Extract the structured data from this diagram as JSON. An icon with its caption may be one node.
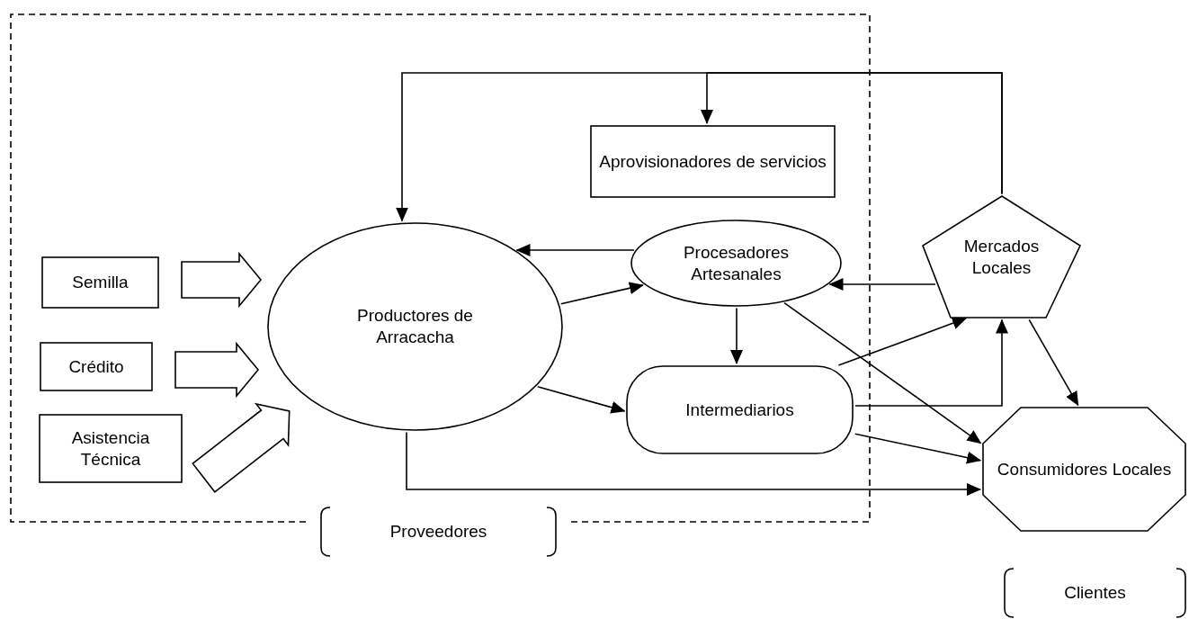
{
  "diagram": {
    "nodes": [
      {
        "text": [
          "Proveedores"
        ]
      },
      {
        "text": [
          "Semilla"
        ],
        "in": 0
      },
      {
        "text": [
          "Crédito"
        ],
        "in": 0
      },
      {
        "text": [
          "Asistencia Técnica"
        ],
        "in": 0
      },
      {
        "text": [
          "Productores de Arracacha"
        ],
        "in": 0
      },
      {
        "text": [
          "Aprovisionadores de servicios"
        ],
        "in": 0
      },
      {
        "text": [
          "Procesadores Artesanales"
        ],
        "in": 0
      },
      {
        "text": [
          "Intermediarios"
        ],
        "in": 0
      },
      {
        "text": [
          "Mercados Locales"
        ]
      },
      {
        "text": [
          "Consumidores Locales"
        ]
      }
    ],
    "edges": [
      {
        "from": 1,
        "to": 4,
        "arrow": "to",
        "style": "thick"
      },
      {
        "from": 2,
        "to": 4,
        "arrow": "to",
        "style": "thick"
      },
      {
        "from": 3,
        "to": 4,
        "arrow": "to",
        "style": "thick"
      },
      {
        "from": 8,
        "to": 4,
        "arrow": "to"
      },
      {
        "from": 8,
        "to": 5,
        "arrow": "to"
      },
      {
        "from": 6,
        "to": 4,
        "arrow": "to"
      },
      {
        "from": 4,
        "to": 6,
        "arrow": "to"
      },
      {
        "from": 8,
        "to": 6,
        "arrow": "to"
      },
      {
        "from": 6,
        "to": 7,
        "arrow": "to"
      },
      {
        "from": 4,
        "to": 7,
        "arrow": "to"
      },
      {
        "from": 6,
        "to": 9,
        "arrow": "to"
      },
      {
        "from": 7,
        "to": 8,
        "arrow": "to"
      },
      {
        "from": 7,
        "to": 8,
        "arrow": "to"
      },
      {
        "from": 7,
        "to": 9,
        "arrow": "to"
      },
      {
        "from": 8,
        "to": 9,
        "arrow": "to"
      },
      {
        "from": 4,
        "to": 9,
        "arrow": "to"
      }
    ],
    "labels": [
      "Clientes"
    ]
  }
}
